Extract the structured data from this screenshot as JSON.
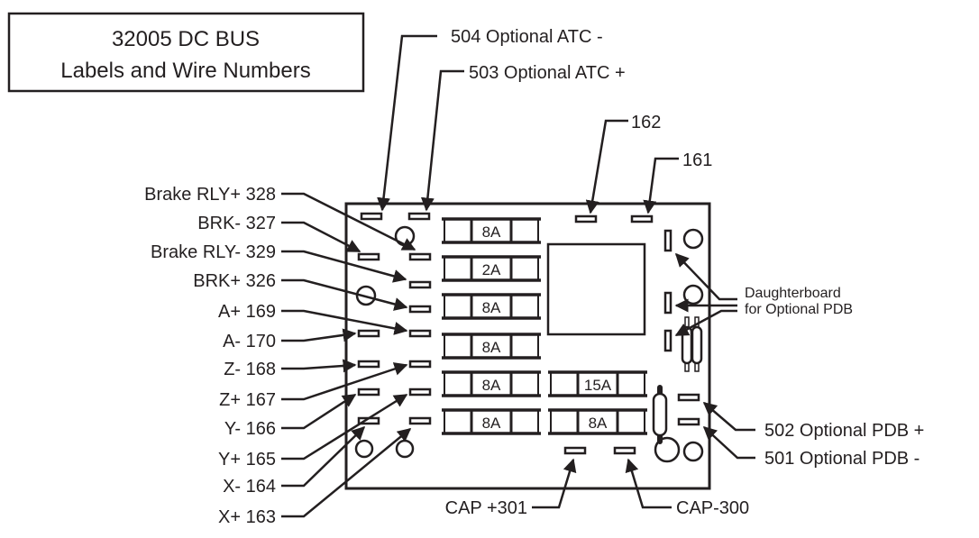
{
  "title": {
    "line1": "32005 DC BUS",
    "line2": "Labels and Wire Numbers"
  },
  "top_labels": [
    {
      "id": "504",
      "text": "504 Optional ATC -"
    },
    {
      "id": "503",
      "text": "503 Optional ATC +"
    },
    {
      "id": "162",
      "text": "162"
    },
    {
      "id": "161",
      "text": "161"
    }
  ],
  "left_labels": [
    {
      "id": "328",
      "text": "Brake RLY+ 328"
    },
    {
      "id": "327",
      "text": "BRK- 327"
    },
    {
      "id": "329",
      "text": "Brake RLY- 329"
    },
    {
      "id": "326",
      "text": "BRK+ 326"
    },
    {
      "id": "169",
      "text": "A+ 169"
    },
    {
      "id": "170",
      "text": "A- 170"
    },
    {
      "id": "168",
      "text": "Z- 168"
    },
    {
      "id": "167",
      "text": "Z+ 167"
    },
    {
      "id": "166",
      "text": "Y- 166"
    },
    {
      "id": "165",
      "text": "Y+ 165"
    },
    {
      "id": "164",
      "text": "X- 164"
    },
    {
      "id": "163",
      "text": "X+ 163"
    }
  ],
  "right_labels": {
    "daughterboard_line1": "Daughterboard",
    "daughterboard_line2": "for Optional PDB",
    "pdb_plus": "502 Optional PDB +",
    "pdb_minus": "501 Optional PDB -"
  },
  "bottom_labels": {
    "cap_plus": "CAP +301",
    "cap_minus": "CAP-300"
  },
  "fuses": {
    "left_column": [
      "8A",
      "2A",
      "8A",
      "8A",
      "8A",
      "8A"
    ],
    "right_column": [
      "15A",
      "8A"
    ]
  },
  "colors": {
    "ink": "#231f20",
    "background": "#ffffff"
  }
}
